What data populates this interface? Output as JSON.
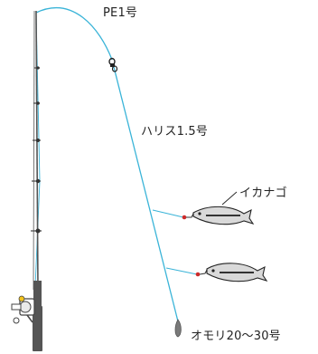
{
  "labels": {
    "main_line": "PE1号",
    "leader": "ハリス1.5号",
    "bait": "イカナゴ",
    "sinker": "オモリ20～30号"
  },
  "colors": {
    "line": "#3ab4d8",
    "rod": "#444444",
    "sinker": "#7a7a7a",
    "bead": "#cc2b2b",
    "reel_accent": "#f2c21b"
  }
}
